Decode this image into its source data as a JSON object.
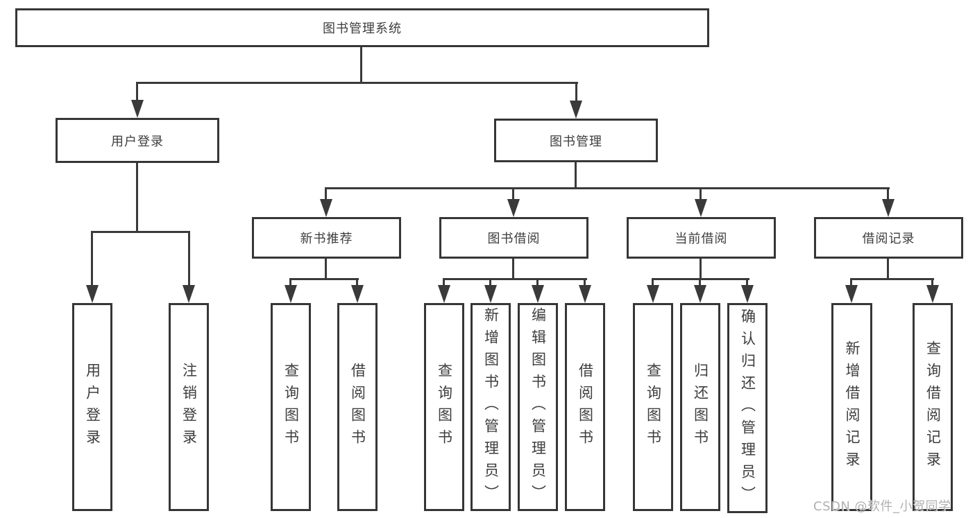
{
  "diagram": {
    "type": "hierarchy-functional-structure",
    "root": {
      "label": "图书管理系统"
    },
    "level2": {
      "user_login": {
        "label": "用户登录"
      },
      "book_management": {
        "label": "图书管理"
      }
    },
    "level3": {
      "new_book_recommend": {
        "label": "新书推荐"
      },
      "book_borrow": {
        "label": "图书借阅"
      },
      "current_borrow": {
        "label": "当前借阅"
      },
      "borrow_records": {
        "label": "借阅记录"
      }
    },
    "leaves": {
      "user_login": {
        "login": "用户登录",
        "logout": "注销登录"
      },
      "new_book_recommend": {
        "query": "查询图书",
        "borrow": "借阅图书"
      },
      "book_borrow": {
        "query": "查询图书",
        "add": "新增图书（管理员）",
        "edit": "编辑图书（管理员）",
        "borrow": "借阅图书"
      },
      "current_borrow": {
        "query": "查询图书",
        "return": "归还图书",
        "confirm_return": "确认归还（管理员）"
      },
      "borrow_records": {
        "add_record": "新增借阅记录",
        "query_record": "查询借阅记录"
      }
    }
  },
  "watermark": {
    "text": "CSDN @软件_小贺同学",
    "color": "#b0b0b0"
  },
  "colors": {
    "line": "#3a3a3a",
    "border": "#363636",
    "text": "#3d3d3d",
    "background": "#ffffff"
  }
}
